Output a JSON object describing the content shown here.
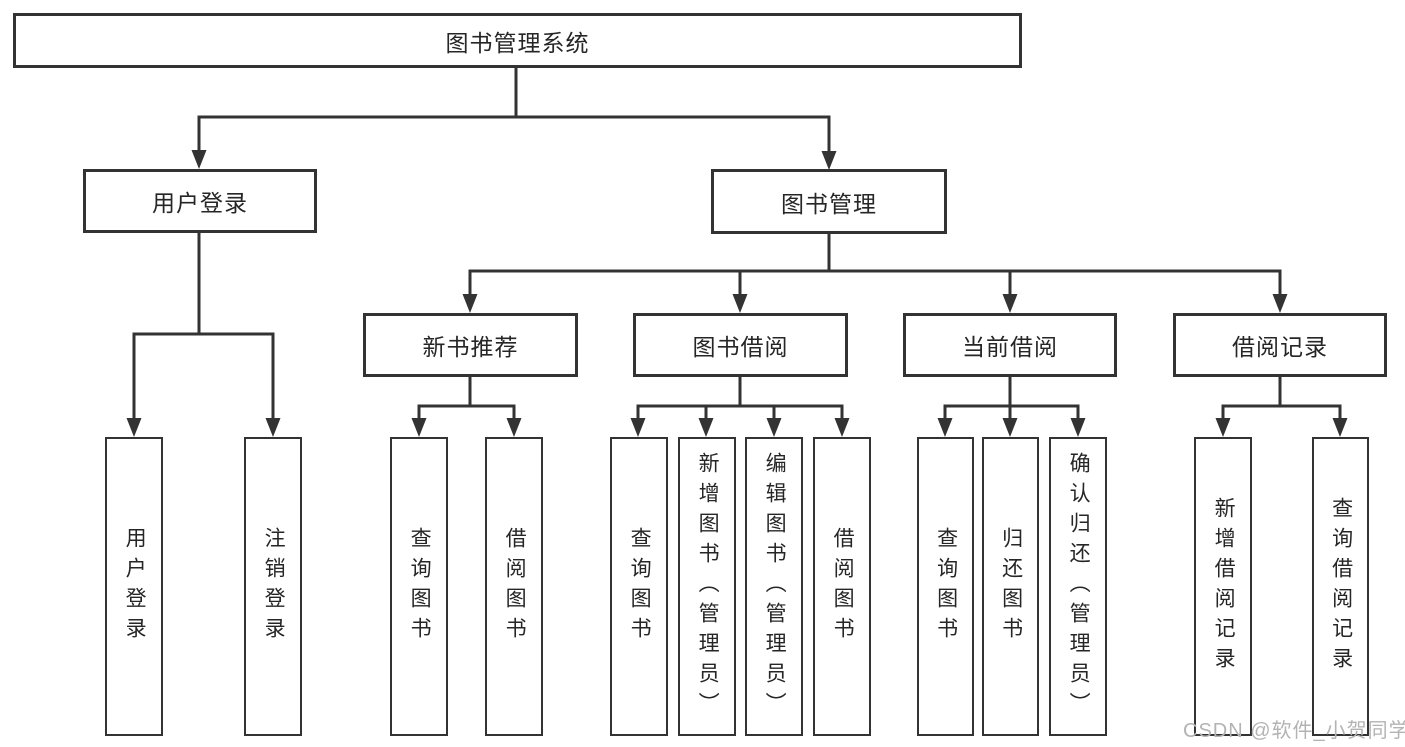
{
  "tree": {
    "label": "图书管理系统",
    "children": [
      {
        "label": "用户登录",
        "children": [
          {
            "label": "用户登录"
          },
          {
            "label": "注销登录"
          }
        ]
      },
      {
        "label": "图书管理",
        "children": [
          {
            "label": "新书推荐",
            "children": [
              {
                "label": "查询图书"
              },
              {
                "label": "借阅图书"
              }
            ]
          },
          {
            "label": "图书借阅",
            "children": [
              {
                "label": "查询图书"
              },
              {
                "label": "新增图书（管理员）"
              },
              {
                "label": "编辑图书（管理员）"
              },
              {
                "label": "借阅图书"
              }
            ]
          },
          {
            "label": "当前借阅",
            "children": [
              {
                "label": "查询图书"
              },
              {
                "label": "归还图书"
              },
              {
                "label": "确认归还（管理员）"
              }
            ]
          },
          {
            "label": "借阅记录",
            "children": [
              {
                "label": "新增借阅记录"
              },
              {
                "label": "查询借阅记录"
              }
            ]
          }
        ]
      }
    ]
  },
  "watermark": {
    "text": "CSDN @软件_小贺同学"
  },
  "colors": {
    "line": "#333333",
    "text": "#262626",
    "watermark": "#b3b3b3",
    "background": "#ffffff"
  }
}
